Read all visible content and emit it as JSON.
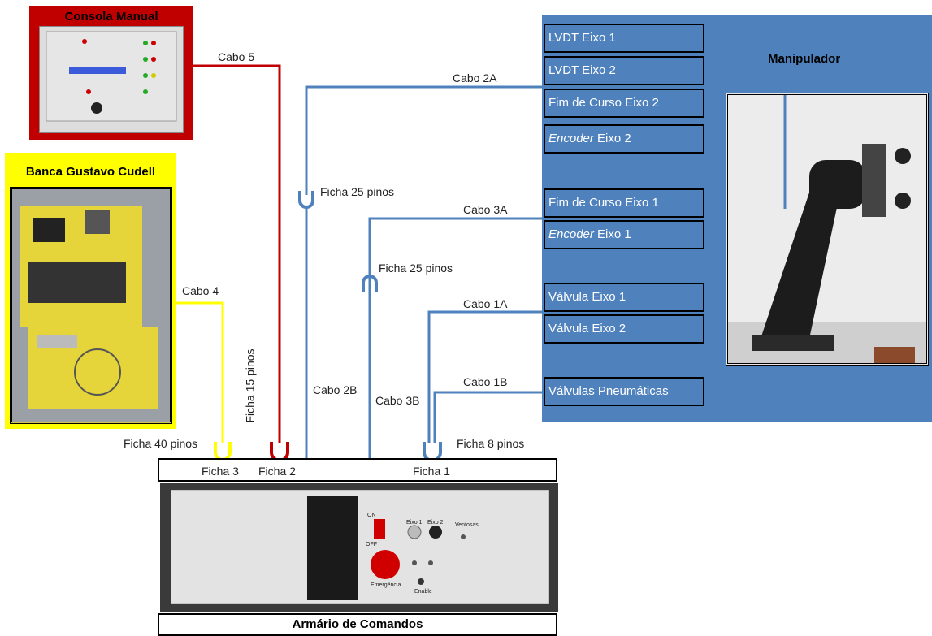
{
  "console": {
    "title": "Consola Manual"
  },
  "bench": {
    "title": "Banca Gustavo Cudell"
  },
  "manipulator": {
    "title": "Manipulador",
    "boxes": [
      {
        "text": "LVDT Eixo 1"
      },
      {
        "text": "LVDT Eixo 2"
      },
      {
        "text": "Fim de Curso Eixo 2"
      },
      {
        "italic": "Encoder",
        "text": " Eixo 2"
      },
      {
        "text": "Fim de Curso Eixo 1"
      },
      {
        "italic": "Encoder",
        "text": " Eixo 1"
      },
      {
        "text": "Válvula Eixo 1"
      },
      {
        "text": "Válvula Eixo 2"
      },
      {
        "text": "Válvulas Pneumáticas"
      }
    ]
  },
  "cables": {
    "cabo5": "Cabo 5",
    "cabo2a": "Cabo 2A",
    "cabo3a": "Cabo 3A",
    "cabo1a": "Cabo 1A",
    "cabo1b": "Cabo 1B",
    "cabo4": "Cabo 4",
    "cabo2b": "Cabo 2B",
    "cabo3b": "Cabo 3B"
  },
  "connectors": {
    "ficha25a": "Ficha 25 pinos",
    "ficha25b": "Ficha 25 pinos",
    "ficha15": "Ficha 15 pinos",
    "ficha40": "Ficha 40 pinos",
    "ficha8": "Ficha 8 pinos"
  },
  "cabinet": {
    "title": "Armário de Comandos",
    "ficha3": "Ficha 3",
    "ficha2": "Ficha 2",
    "ficha1": "Ficha 1",
    "panel": {
      "on": "ON",
      "off": "OFF",
      "emergency": "Emergência",
      "eixo1": "Eixo 1",
      "eixo2": "Eixo 2",
      "ventosas": "Ventosas",
      "enable": "Enable"
    }
  },
  "colors": {
    "red_cable": "#c00000",
    "blue_cable": "#4f81bd",
    "yellow_cable": "#ffff00"
  }
}
